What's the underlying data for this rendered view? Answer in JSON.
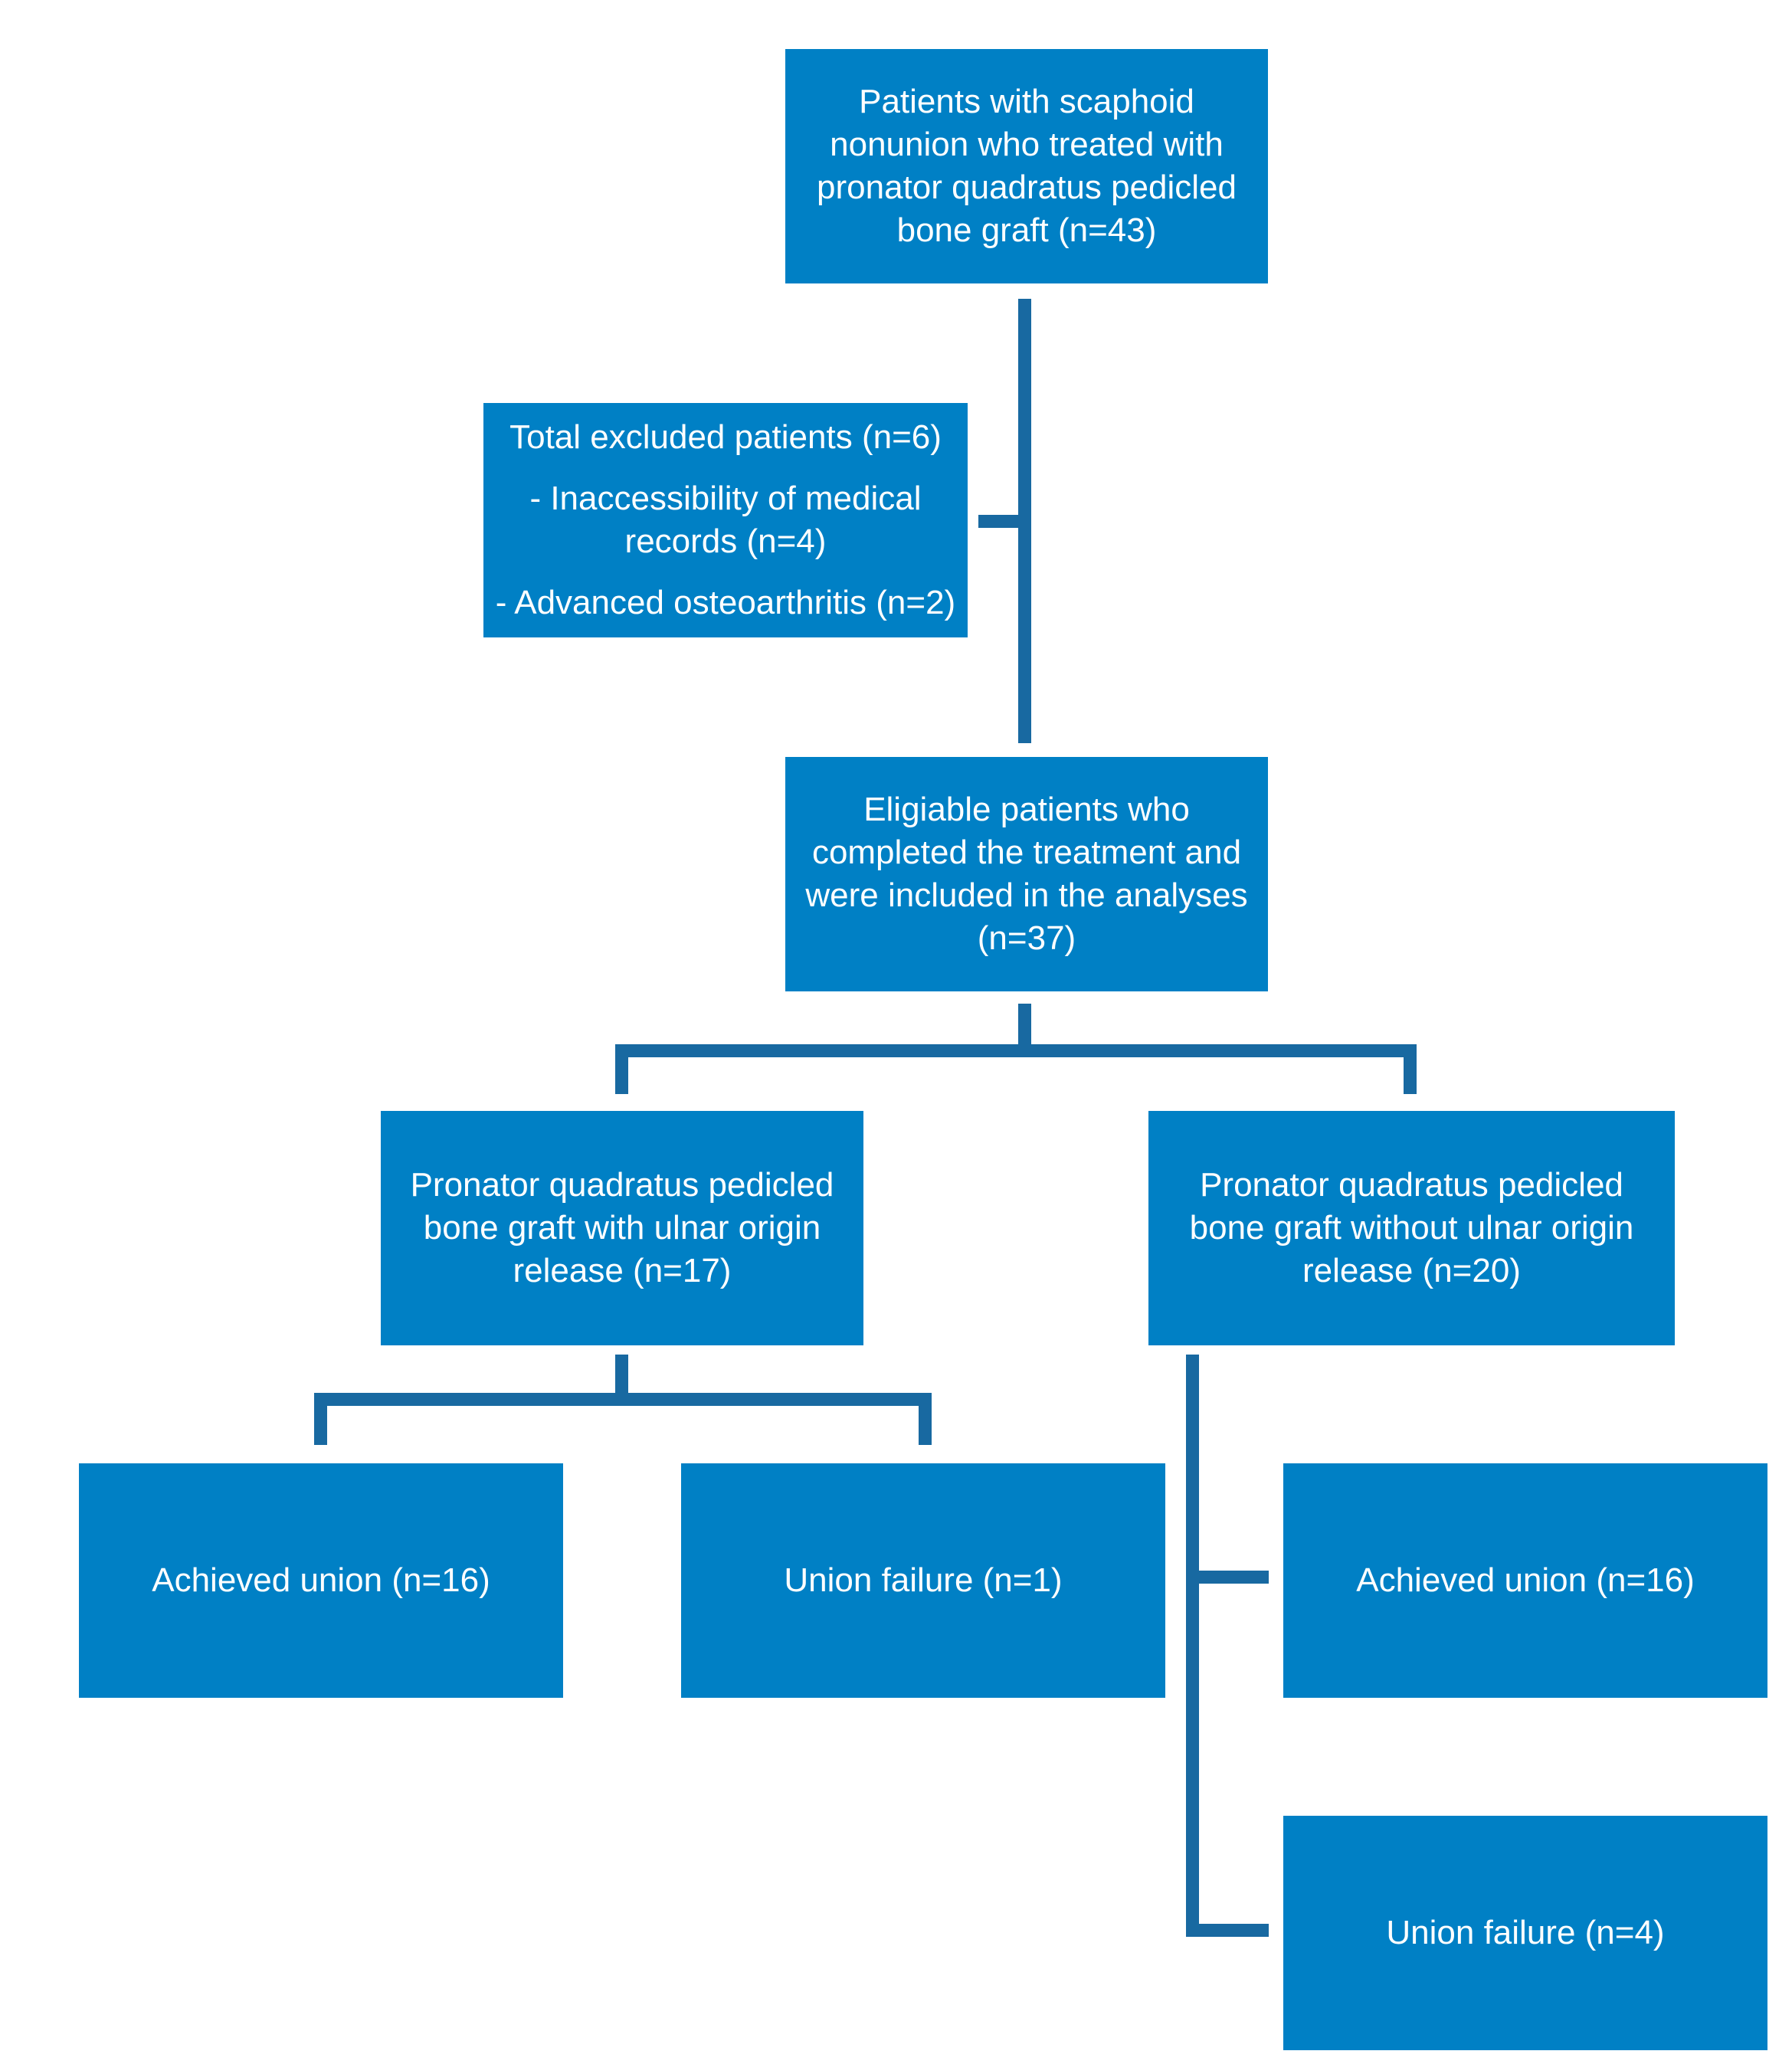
{
  "flowchart": {
    "top": {
      "lines": [
        "Patients with scaphoid",
        "nonunion who treated with",
        "pronator quadratus pedicled",
        "bone graft (n=43)"
      ]
    },
    "excluded": {
      "title": "Total excluded patients (n=6)",
      "reason1": [
        "- Inaccessibility of medical",
        "records (n=4)"
      ],
      "reason2": "- Advanced osteoarthritis (n=2)"
    },
    "eligible": {
      "lines": [
        "Eligiable patients who",
        "completed the treatment and",
        "were included in the analyses",
        "(n=37)"
      ]
    },
    "with_release": {
      "lines": [
        "Pronator quadratus pedicled",
        "bone graft with ulnar origin",
        "release (n=17)"
      ]
    },
    "without_release": {
      "lines": [
        "Pronator quadratus pedicled",
        "bone graft without ulnar origin",
        "release (n=20)"
      ]
    },
    "with_union": "Achieved union (n=16)",
    "with_failure": "Union failure (n=1)",
    "without_union": "Achieved union (n=16)",
    "without_failure": "Union failure (n=4)"
  },
  "colors": {
    "box": "#0080c5",
    "connector": "#1869a1",
    "text": "#ffffff"
  }
}
